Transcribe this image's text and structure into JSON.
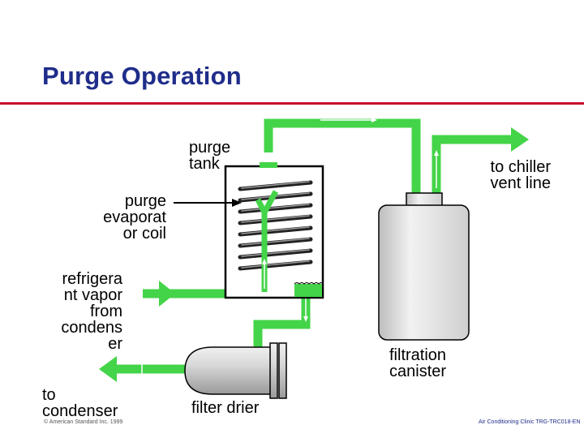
{
  "title": "Purge Operation",
  "labels": {
    "purge_tank": "purge\ntank",
    "to_chiller": "to chiller\nvent line",
    "purge_coil": "purge\nevaporat\nor coil",
    "refrigerant_vapor": "refrigera\nnt vapor\nfrom\ncondens\ner",
    "filtration_canister": "filtration\ncanister",
    "to_condenser": "to\ncondenser",
    "filter_drier": "filter drier"
  },
  "footer": {
    "left": "© American Standard Inc. 1999",
    "right": "Air Conditioning Clinic TRG-TRC018-EN"
  },
  "colors": {
    "title": "#1f2d8a",
    "rule": "#c8102e",
    "flow": "#44d449",
    "vessel": "#e2e2e2",
    "outline": "#000000"
  }
}
